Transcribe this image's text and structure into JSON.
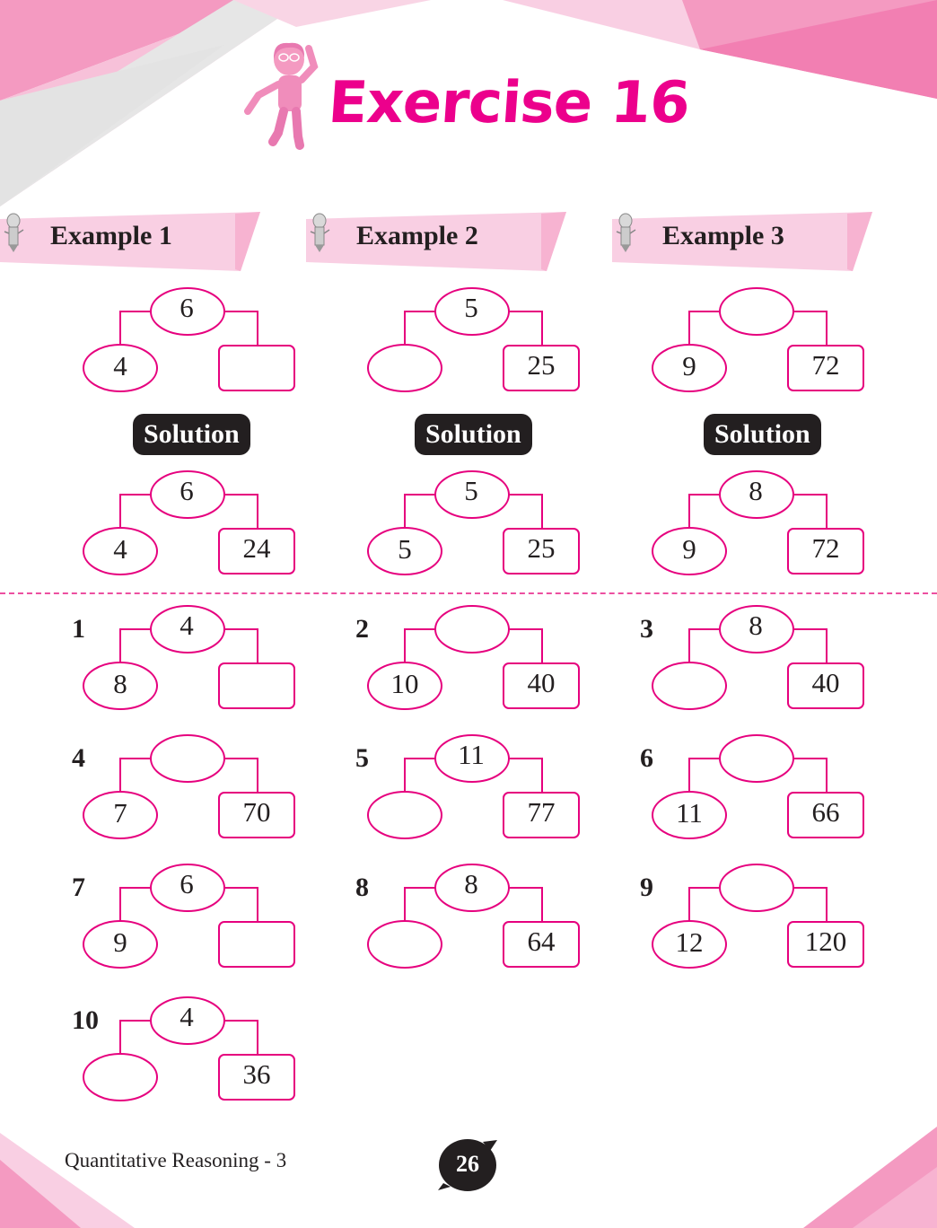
{
  "title": "Exercise 16",
  "colors": {
    "accent": "#ec008c",
    "shape_stroke": "#e6007e",
    "banner": "#f9cfe3",
    "corner_pink": "#f49ac1",
    "dark": "#231f20"
  },
  "examples": [
    {
      "label": "Example 1",
      "problem": {
        "top": "6",
        "left": "4",
        "right": ""
      },
      "solution": {
        "top": "6",
        "left": "4",
        "right": "24"
      }
    },
    {
      "label": "Example 2",
      "problem": {
        "top": "5",
        "left": "",
        "right": "25"
      },
      "solution": {
        "top": "5",
        "left": "5",
        "right": "25"
      }
    },
    {
      "label": "Example 3",
      "problem": {
        "top": "",
        "left": "9",
        "right": "72"
      },
      "solution": {
        "top": "8",
        "left": "9",
        "right": "72"
      }
    }
  ],
  "solution_label": "Solution",
  "questions": [
    {
      "num": "1",
      "top": "4",
      "left": "8",
      "right": ""
    },
    {
      "num": "2",
      "top": "",
      "left": "10",
      "right": "40"
    },
    {
      "num": "3",
      "top": "8",
      "left": "",
      "right": "40"
    },
    {
      "num": "4",
      "top": "",
      "left": "7",
      "right": "70"
    },
    {
      "num": "5",
      "top": "11",
      "left": "",
      "right": "77"
    },
    {
      "num": "6",
      "top": "",
      "left": "11",
      "right": "66"
    },
    {
      "num": "7",
      "top": "6",
      "left": "9",
      "right": ""
    },
    {
      "num": "8",
      "top": "8",
      "left": "",
      "right": "64"
    },
    {
      "num": "9",
      "top": "",
      "left": "12",
      "right": "120"
    },
    {
      "num": "10",
      "top": "4",
      "left": "",
      "right": "36"
    }
  ],
  "footer": {
    "book_title": "Quantitative Reasoning - 3",
    "page_number": "26"
  },
  "icons": {
    "mascot": "cartoon-girl-mascot",
    "example_icon": "pencil-character-icon"
  }
}
